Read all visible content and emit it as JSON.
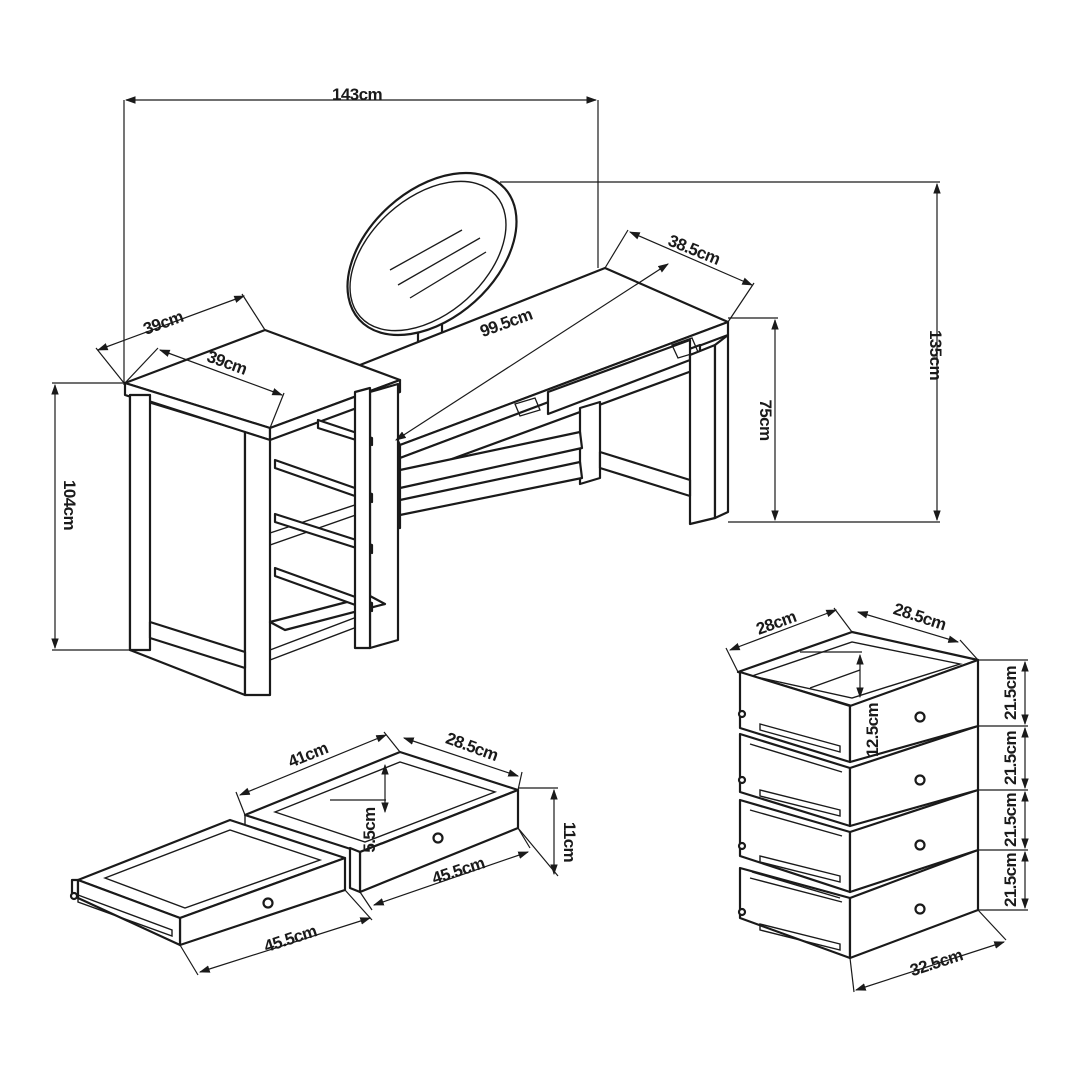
{
  "colors": {
    "line": "#1a1a1a",
    "background": "#ffffff"
  },
  "dimensions": {
    "total_width": "143cm",
    "cabinet_width": "39cm",
    "cabinet_depth": "39cm",
    "desk_width": "99.5cm",
    "desk_depth": "38.5cm",
    "overall_height": "135cm",
    "desk_height": "75cm",
    "cabinet_height": "104cm"
  },
  "desk_drawers": {
    "inner_width": "41cm",
    "inner_depth": "28.5cm",
    "inner_height": "5.5cm",
    "outer_height": "11cm",
    "front_width_right": "45.5cm",
    "front_width_left": "45.5cm"
  },
  "cabinet_drawers": {
    "inner_width": "28cm",
    "inner_depth": "28.5cm",
    "inner_height": "12.5cm",
    "drawer_heights": [
      "21.5cm",
      "21.5cm",
      "21.5cm",
      "21.5cm"
    ],
    "front_width": "32.5cm"
  }
}
